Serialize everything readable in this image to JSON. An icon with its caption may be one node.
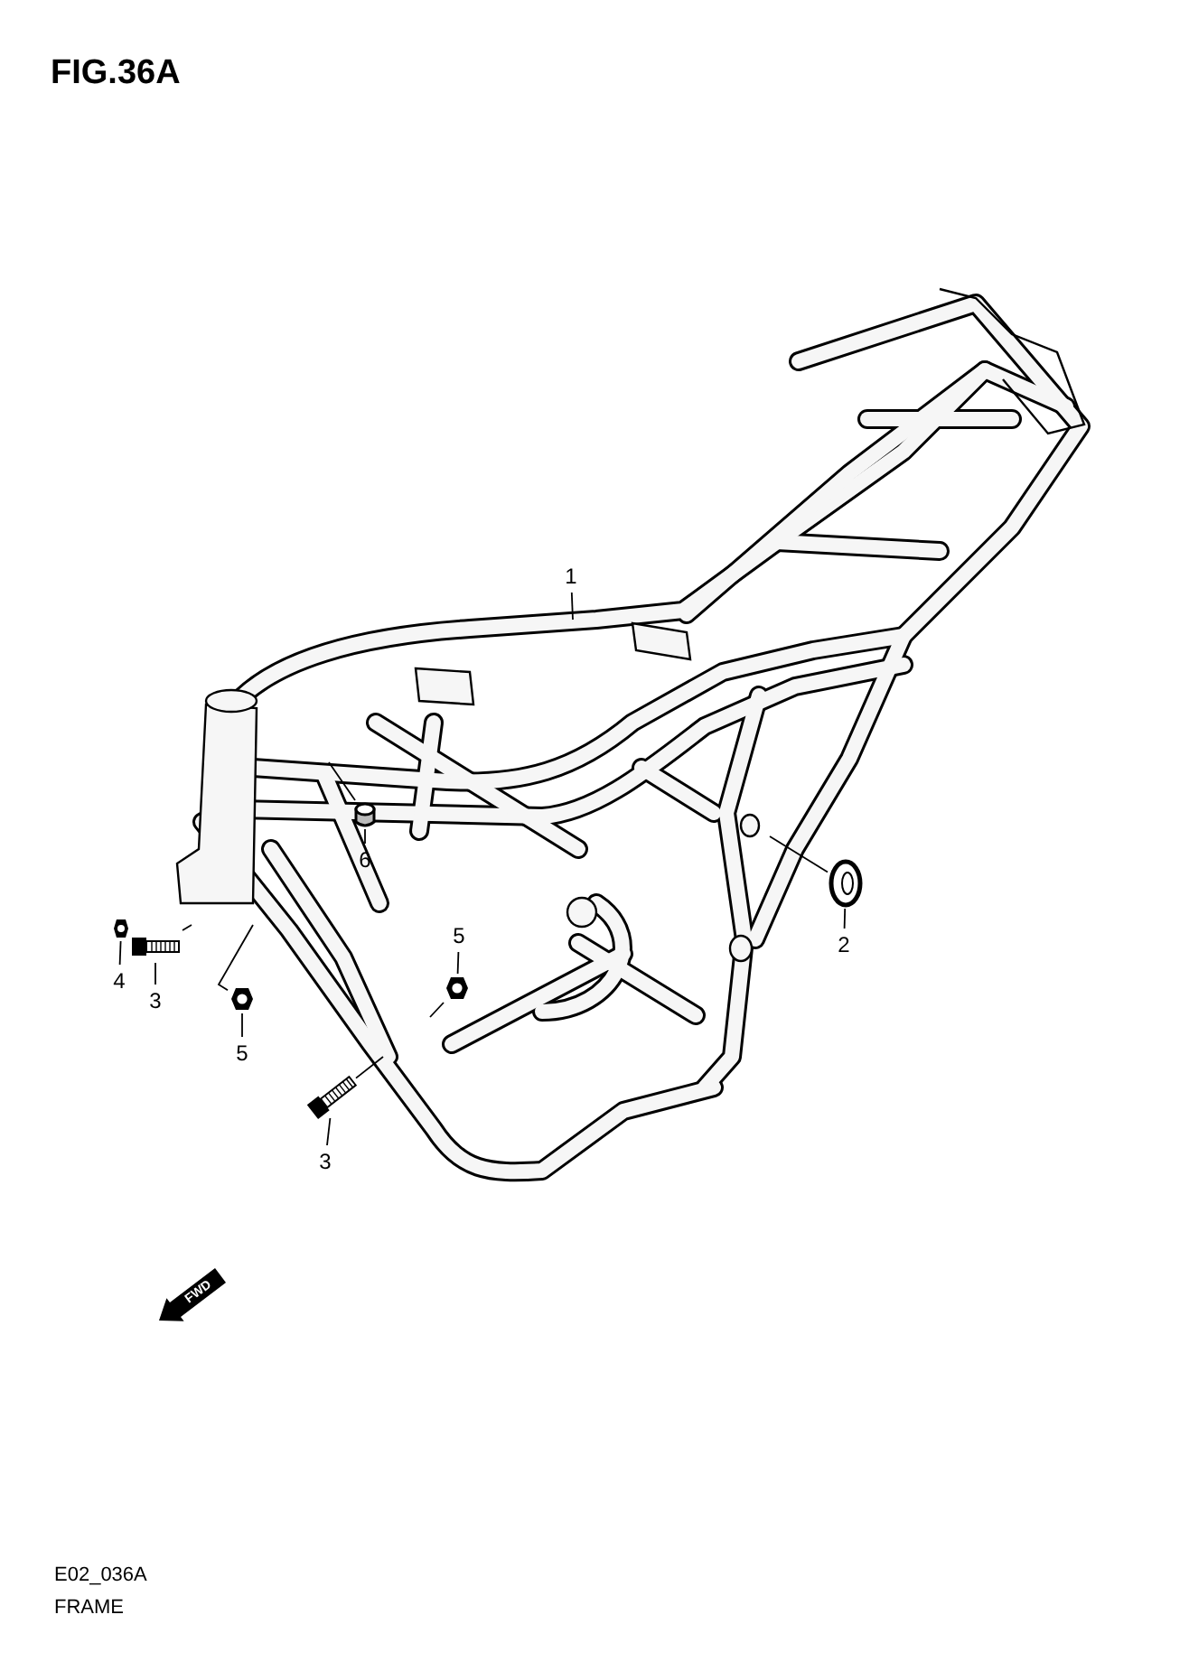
{
  "diagram": {
    "title": "FIG.36A",
    "caption": "FRAME",
    "nodes": [
      {
        "text": [
          "1"
        ]
      },
      {
        "text": [],
        "shape": "picture"
      },
      {
        "text": [
          "2"
        ]
      },
      {
        "text": [],
        "shape": "picture"
      },
      {
        "text": [
          "4"
        ]
      },
      {
        "text": [],
        "shape": "picture"
      },
      {
        "text": [
          "3"
        ]
      },
      {
        "text": [],
        "shape": "cylinder"
      },
      {
        "text": [
          "6"
        ]
      },
      {
        "text": [],
        "shape": "picture"
      },
      {
        "text": [
          "5"
        ]
      },
      {
        "text": [],
        "shape": "picture"
      },
      {
        "text": [
          "5"
        ]
      },
      {
        "text": [],
        "shape": "picture"
      },
      {
        "text": [
          "3"
        ]
      }
    ],
    "edges": [
      {
        "from": 0,
        "to": null,
        "arrow": "none"
      },
      {
        "from": 2,
        "to": 1,
        "arrow": "none"
      },
      {
        "from": 1,
        "to": null,
        "arrow": "none"
      },
      {
        "from": 4,
        "to": 3,
        "arrow": "none"
      },
      {
        "from": 6,
        "to": 5,
        "arrow": "none"
      },
      {
        "from": 5,
        "to": null,
        "arrow": "none"
      },
      {
        "from": 8,
        "to": 7,
        "arrow": "none"
      },
      {
        "from": 7,
        "to": null,
        "arrow": "none"
      },
      {
        "from": 10,
        "to": 9,
        "arrow": "none"
      },
      {
        "from": 9,
        "to": null,
        "arrow": "none"
      },
      {
        "from": 12,
        "to": 11,
        "arrow": "none"
      },
      {
        "from": 11,
        "to": null,
        "arrow": "none"
      },
      {
        "from": 14,
        "to": 13,
        "arrow": "none"
      },
      {
        "from": 13,
        "to": null,
        "arrow": "none"
      }
    ],
    "labels": [
      "FWD",
      "E02_036A"
    ]
  }
}
